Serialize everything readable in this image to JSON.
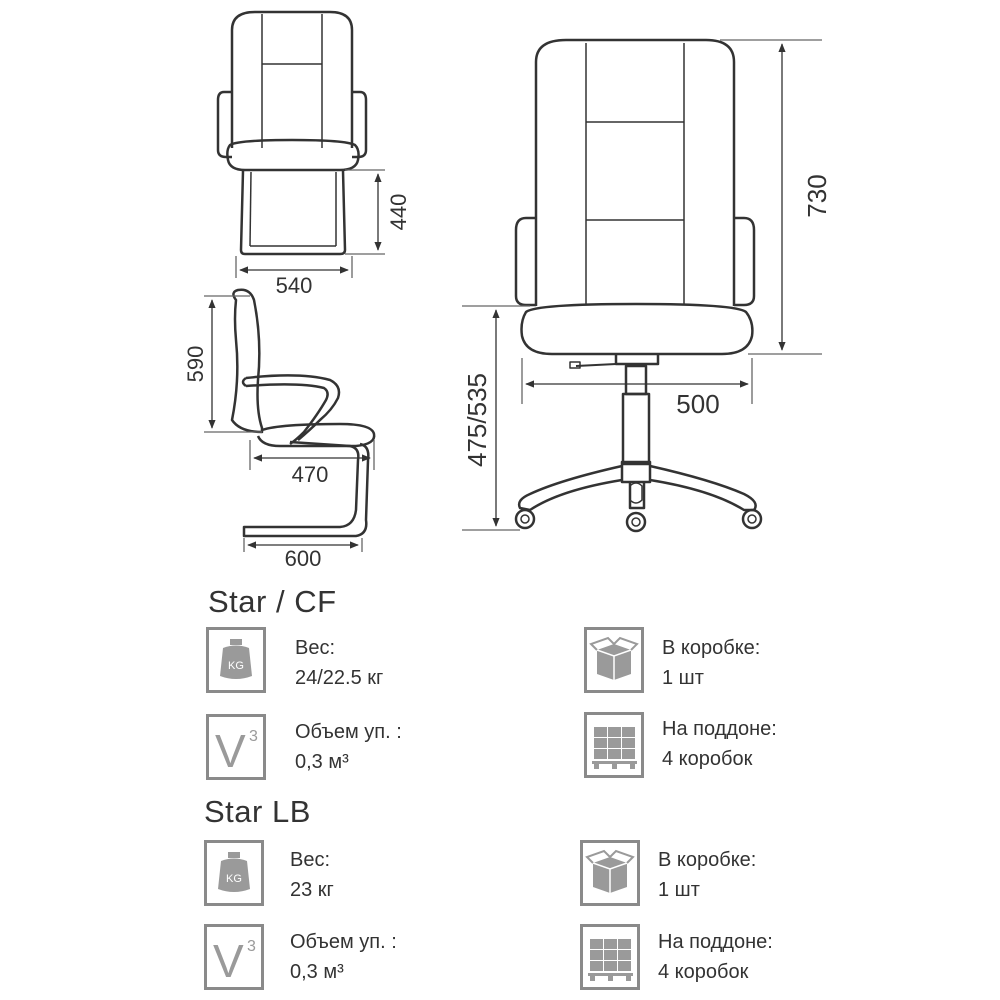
{
  "dimensions": {
    "front_view": {
      "seat_height": "440",
      "width": "540"
    },
    "side_view": {
      "seat_back_height": "590",
      "seat_depth": "470",
      "base_depth": "600"
    },
    "office_chair": {
      "overall_height": "730",
      "seat_height_range": "475/535",
      "width": "500"
    }
  },
  "products": [
    {
      "name": "Star / CF",
      "specs": {
        "weight": {
          "label": "Вес:",
          "value": "24/22.5 кг",
          "icon": "weight-kg-icon",
          "icon_text": "KG"
        },
        "in_box": {
          "label": "В коробке:",
          "value": "1 шт",
          "icon": "box-icon"
        },
        "volume": {
          "label": "Объем уп. :",
          "value": "0,3 м³",
          "icon": "volume-icon",
          "icon_letter": "V",
          "icon_sup": "3"
        },
        "pallet": {
          "label": "На поддоне:",
          "value": "4 коробок",
          "icon": "pallet-icon"
        }
      }
    },
    {
      "name": "Star LB",
      "specs": {
        "weight": {
          "label": "Вес:",
          "value": "23 кг",
          "icon": "weight-kg-icon",
          "icon_text": "KG"
        },
        "in_box": {
          "label": "В коробке:",
          "value": "1 шт",
          "icon": "box-icon"
        },
        "volume": {
          "label": "Объем уп. :",
          "value": "0,3 м³",
          "icon": "volume-icon",
          "icon_letter": "V",
          "icon_sup": "3"
        },
        "pallet": {
          "label": "На поддоне:",
          "value": "4 коробок",
          "icon": "pallet-icon"
        }
      }
    }
  ],
  "colors": {
    "line": "#333333",
    "icon_border": "#8a8a8a",
    "icon_fill": "#9a9a9a"
  }
}
